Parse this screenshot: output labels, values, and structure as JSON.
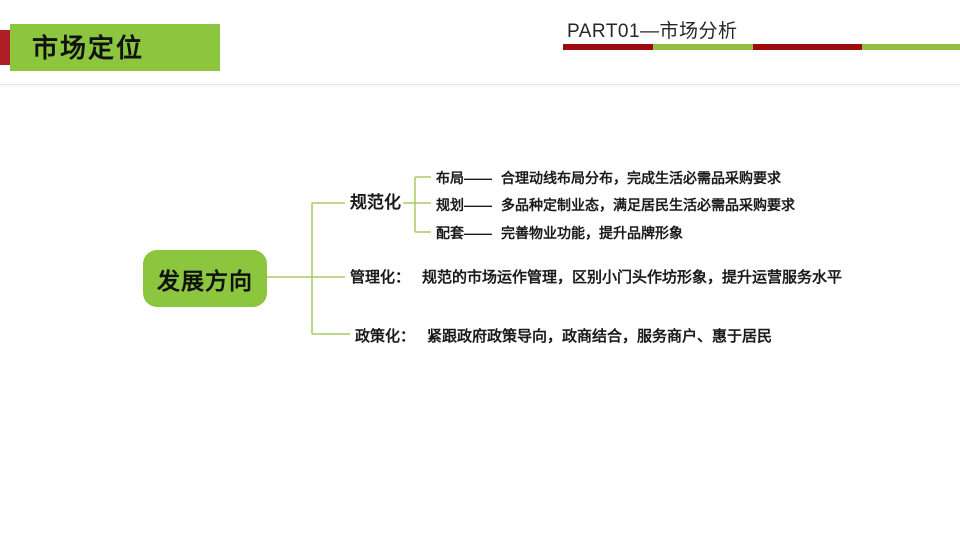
{
  "colors": {
    "green": "#8CC63F",
    "line_green": "#A9CB62",
    "left_bar_red": "#B01E28",
    "bar_dark_red": "#9E0B0F",
    "bar_green": "#8FBE45"
  },
  "header": {
    "section_title": "市场定位",
    "part_title": "PART01—市场分析",
    "bar_segments": [
      "#9E0B0F",
      "#8FBE45",
      "#9E0B0F",
      "#8FBE45"
    ]
  },
  "diagram": {
    "root_label": "发展方向",
    "branches": [
      {
        "label": "规范化",
        "children": [
          {
            "label": "布局——",
            "text": "合理动线布局分布，完成生活必需品采购要求"
          },
          {
            "label": "规划——",
            "text": "多品种定制业态，满足居民生活必需品采购要求"
          },
          {
            "label": "配套——",
            "text": "完善物业功能，提升品牌形象"
          }
        ]
      },
      {
        "label": "管理化：",
        "text": "规范的市场运作管理，区别小门头作坊形象，提升运营服务水平"
      },
      {
        "label": "政策化：",
        "text": "紧跟政府政策导向，政商结合，服务商户、惠于居民"
      }
    ]
  }
}
